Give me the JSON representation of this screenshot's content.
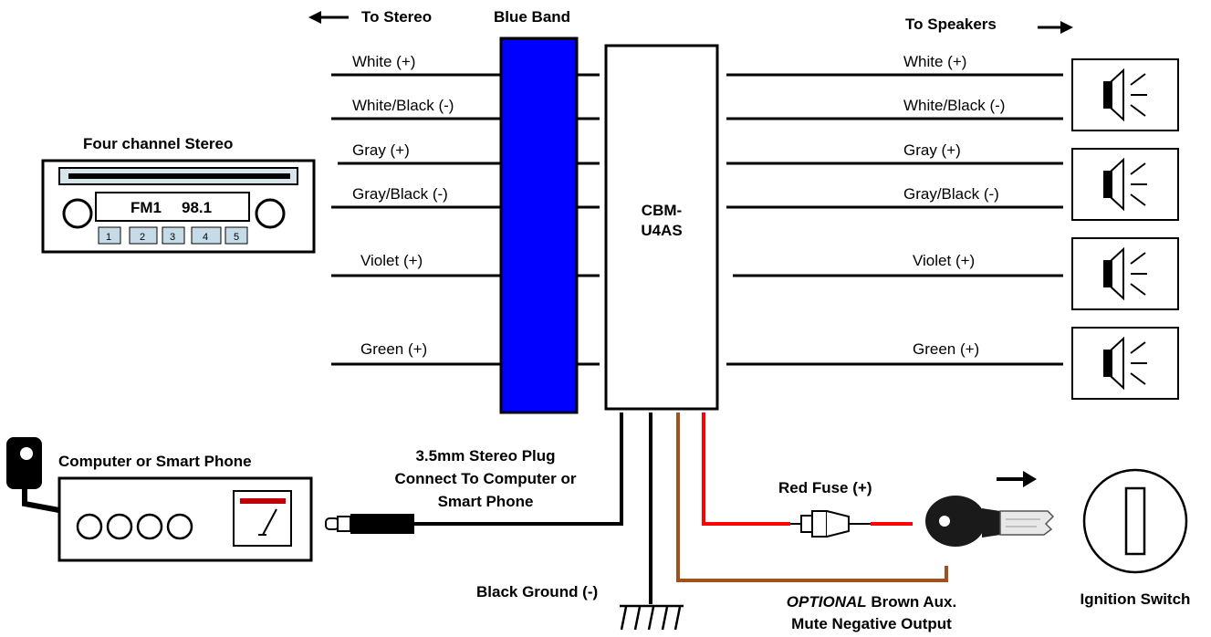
{
  "header": {
    "to_stereo": "To Stereo",
    "blue_band": "Blue Band",
    "to_speakers": "To Speakers"
  },
  "stereo": {
    "title": "Four channel Stereo",
    "band": "FM1",
    "frequency": "98.1",
    "presets": [
      "1",
      "2",
      "3",
      "4",
      "5"
    ]
  },
  "module": {
    "line1": "CBM-",
    "line2": "U4AS"
  },
  "wires_left": [
    "White (+)",
    "White/Black (-)",
    "Gray (+)",
    "Gray/Black (-)",
    "Violet (+)",
    "Green (+)"
  ],
  "wires_right": [
    "White (+)",
    "White/Black (-)",
    "Gray (+)",
    "Gray/Black (-)",
    "Violet (+)",
    "Green (+)"
  ],
  "computer": {
    "title": "Computer or Smart Phone"
  },
  "plug": {
    "line1": "3.5mm Stereo Plug",
    "line2": "Connect To Computer or",
    "line3": "Smart Phone"
  },
  "ground": {
    "label": "Black Ground (-)"
  },
  "optional": {
    "italic": "OPTIONAL",
    "rest": " Brown Aux.",
    "line2": "Mute Negative Output"
  },
  "fuse": {
    "label": "Red Fuse (+)"
  },
  "ignition": {
    "label": "Ignition Switch"
  },
  "colors": {
    "blue_band": "#0000ff",
    "red_wire": "#ff0000",
    "brown_wire": "#a0521e",
    "meter_red": "#c00000",
    "display_fill": "#d6e4ec",
    "preset_fill": "#c5dce8"
  }
}
